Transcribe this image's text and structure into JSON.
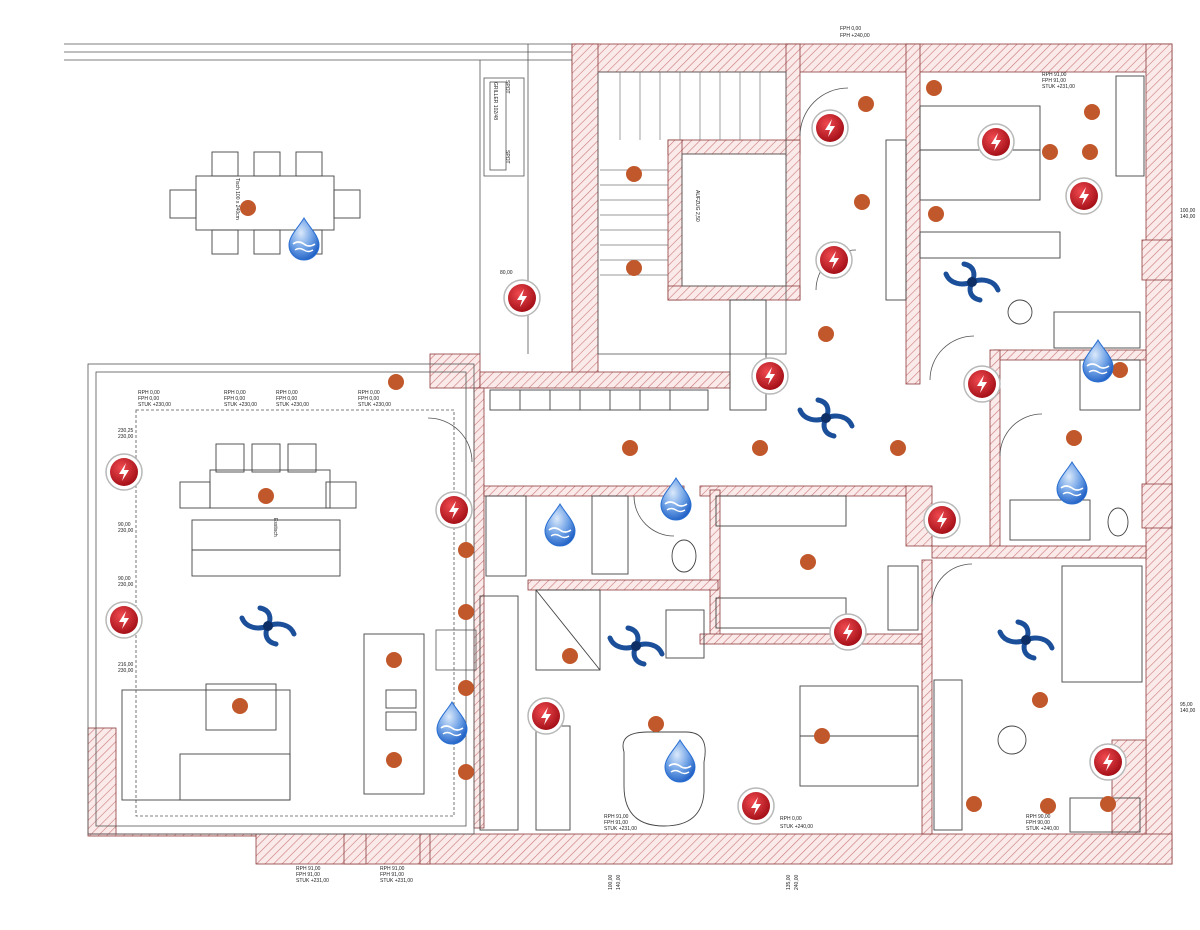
{
  "colors": {
    "light_dot": "#c1582b",
    "outlet_fill": "#c8161f",
    "water": "#2a6fd1",
    "vent": "#1c4f9a",
    "wall_hatch": "#c97878"
  },
  "labels": {
    "griller": "GRILLER 102/48",
    "spot_top": "SPOT",
    "spot_bottom": "SPOT",
    "lift": "AUFZUG 2,50",
    "dim_top": "FPH 0,00",
    "dim_top2": "FPH +240,00",
    "dim_80": "80,00",
    "bed1_a": "RPH 91,00",
    "bed1_b": "FPH 91,00",
    "bed1_c": "STUK +231,00",
    "ext_a": "RPH 0,00",
    "ext_b": "FPH 0,00",
    "ext_c": "STUK +230,00",
    "bath_a": "RPH 91,00",
    "bath_b": "FPH 91,00",
    "bath_c": "STUK +231,00",
    "bed2_a": "RPH 0,00",
    "bed2_b": "STUK +240,00",
    "bed3_a": "RPH 90,00",
    "bed3_b": "FPH 90,00",
    "bed3_c": "STUK +240,00",
    "bot1_a": "RPH 91,00",
    "bot1_b": "FPH 91,00",
    "bot1_c": "STUK +231,00",
    "bot2_a": "RPH 91,00",
    "bot2_b": "FPH 91,00",
    "bot2_c": "STUK +231,00",
    "w1": "230,25",
    "w2": "230,00",
    "w3": "90,00",
    "w4": "230,00",
    "w5": "90,00",
    "w6": "230,00",
    "w7": "216,00",
    "w8": "230,00",
    "r1": "100,00",
    "r2": "140,00",
    "r3": "95,00",
    "r4": "140,00",
    "b1": "100,00",
    "b2": "140,00",
    "b3": "135,00",
    "b4": "240,00",
    "table_note": "Tisch 100 x 240cm",
    "sofa_note": "Esstisch"
  },
  "markers": {
    "lights": "light-fixture",
    "outlets": "power-outlet",
    "water": "water-connection",
    "vent": "ventilation"
  }
}
